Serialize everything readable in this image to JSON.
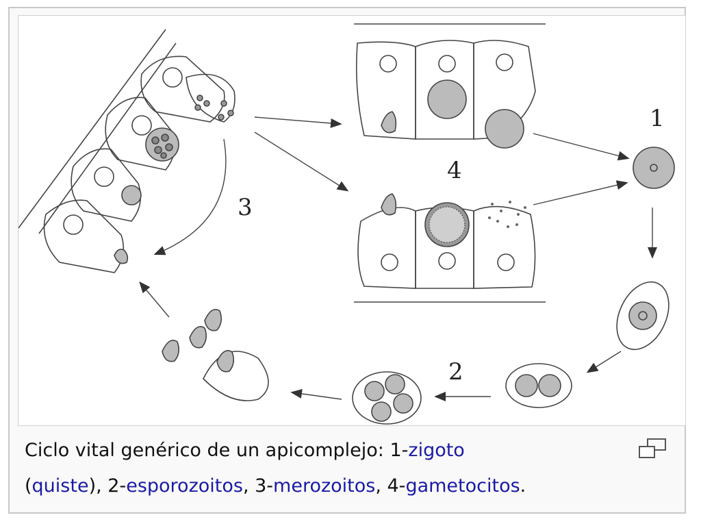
{
  "stage_labels": {
    "one": "1",
    "two": "2",
    "three": "3",
    "four": "4"
  },
  "caption": {
    "lead": "Ciclo vital genérico de un apicomplejo: 1-",
    "link_zigoto": "zigoto",
    "open_paren": "(",
    "link_quiste": "quiste",
    "sep2": "), 2-",
    "link_esporozoitos": "esporozoitos",
    "sep3": ", 3-",
    "link_merozoitos": "merozoitos",
    "sep4": ", 4-",
    "link_gametocitos": "gametocitos",
    "end": "."
  },
  "colors": {
    "link": "#1a1aa6",
    "stroke": "#444444",
    "fill_gray": "#b8b8b8",
    "frame_border": "#c8c8c8"
  },
  "icons": {
    "enlarge": "magnify-icon"
  }
}
